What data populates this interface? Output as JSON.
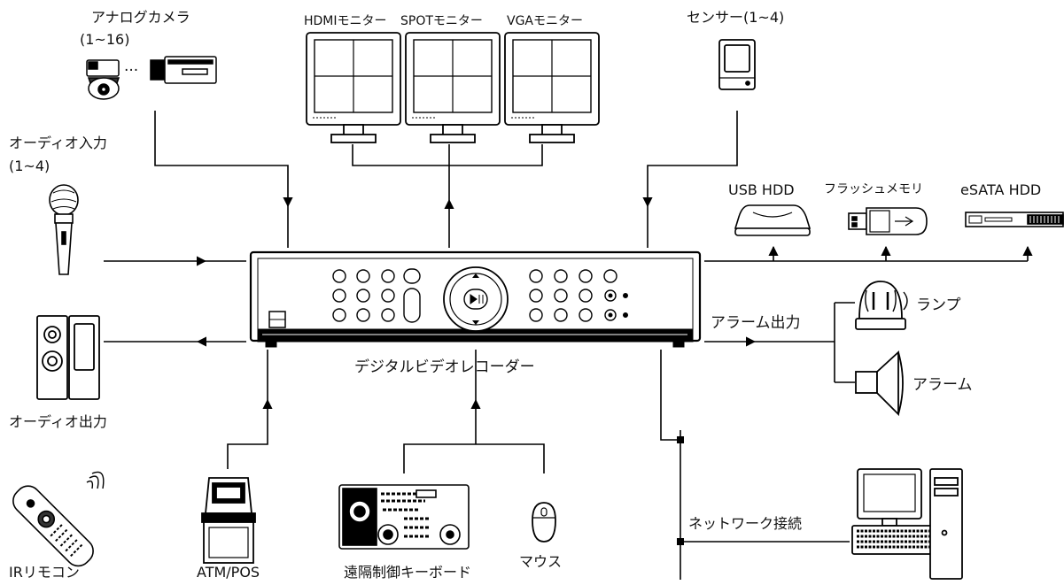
{
  "labels": {
    "analog_camera": "アナログカメラ",
    "analog_camera_range": "(1~16)",
    "camera_ellipsis": "···",
    "hdmi_monitor": "HDMIモニター",
    "spot_monitor": "SPOTモニター",
    "vga_monitor": "VGAモニター",
    "sensor": "センサー(1~4)",
    "audio_input": "オーディオ入力",
    "audio_input_range": "(1~4)",
    "usb_hdd": "USB HDD",
    "flash_memory": "フラッシュメモリ",
    "esata_hdd": "eSATA HDD",
    "alarm_output": "アラーム出力",
    "lamp": "ランプ",
    "alarm": "アラーム",
    "audio_output": "オーディオ出力",
    "dvr": "デジタルビデオレコーダー",
    "ir_remote": "IRリモコン",
    "atm_pos": "ATM/POS",
    "keyboard": "遠隔制御キーボード",
    "mouse": "マウス",
    "network": "ネットワーク接続"
  },
  "colors": {
    "stroke": "#000000",
    "background": "#ffffff"
  },
  "icons": [
    "camera-icon",
    "monitor-icon",
    "sensor-icon",
    "microphone-icon",
    "usb-hdd-icon",
    "flash-memory-icon",
    "esata-hdd-icon",
    "lamp-icon",
    "alarm-speaker-icon",
    "speaker-icon",
    "dvr-icon",
    "remote-control-icon",
    "atm-icon",
    "keyboard-controller-icon",
    "mouse-icon",
    "computer-icon"
  ]
}
